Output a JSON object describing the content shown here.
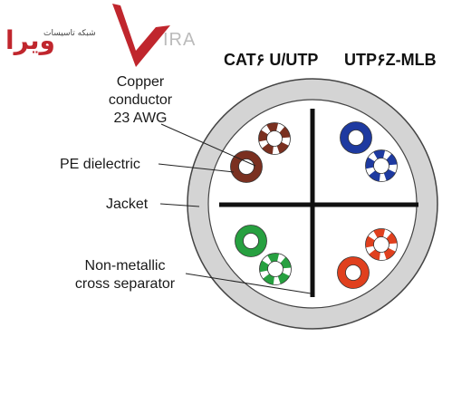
{
  "logo": {
    "brand_text": "ویرا",
    "brand_sub": "شبکه تاسیسات",
    "brand_suffix": "IRA",
    "colors": {
      "mark": "#c0262d",
      "text": "#c0262d",
      "suffix": "#bbbbbb"
    }
  },
  "titles": {
    "left": "CAT۶ U/UTP",
    "right": "UTP۶Z-MLB"
  },
  "labels": {
    "copper_line1": "Copper",
    "copper_line2": "conductor",
    "copper_line3": "23 AWG",
    "pe_dielectric": "PE dielectric",
    "jacket": "Jacket",
    "separator_line1": "Non-metallic",
    "separator_line2": "cross separator"
  },
  "pairs": [
    {
      "quadrant": "top-left",
      "color": "#7a3020"
    },
    {
      "quadrant": "top-right",
      "color": "#1e3aa0"
    },
    {
      "quadrant": "bottom-left",
      "color": "#27a040"
    },
    {
      "quadrant": "bottom-right",
      "color": "#e0401e"
    }
  ],
  "colors": {
    "jacket_fill": "#d4d4d4",
    "jacket_stroke": "#444444",
    "separator": "#111111",
    "leader_lines": "#222222"
  }
}
